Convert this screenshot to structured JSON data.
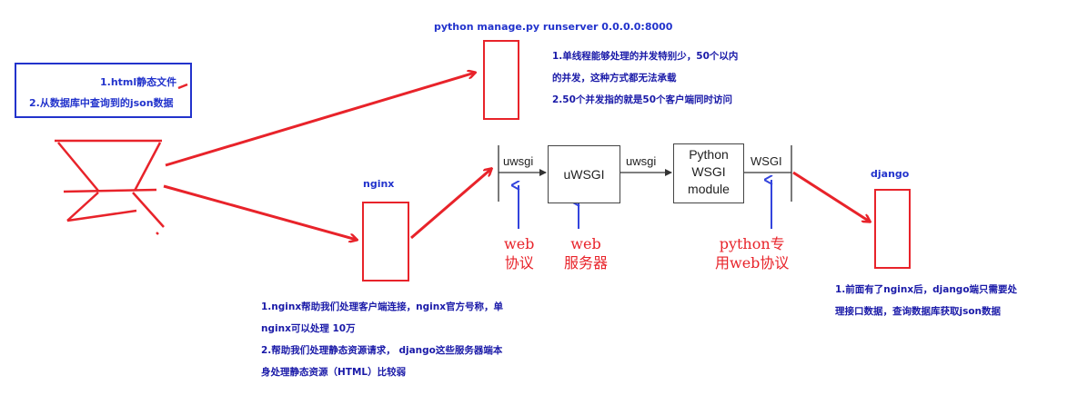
{
  "top_command": "python manage.py runserver 0.0.0.0:8000",
  "static_box": {
    "line1": "1.html静态文件",
    "line2": "2.从数据库中查询到的json数据"
  },
  "runserver_notes": [
    "1.单线程能够处理的并发特别少，50个以内",
    "的并发，这种方式都无法承载",
    "2.50个并发指的就是50个客户端同时访问"
  ],
  "nginx_label": "nginx",
  "nginx_notes": [
    "1.nginx帮助我们处理客户端连接，nginx官方号称，单",
    "nginx可以处理 10万",
    "2.帮助我们处理静态资源请求， django这些服务器端本",
    "身处理静态资源（HTML）比较弱"
  ],
  "django_label": "django",
  "django_notes": [
    "1.前面有了nginx后，django端只需要处",
    "理接口数据，查询数据库获取json数据"
  ],
  "pipeline": {
    "uwsgi_left": "uwsgi",
    "uwsgi_box": "uWSGI",
    "uwsgi_mid": "uwsgi",
    "python_box": [
      "Python",
      "WSGI",
      "module"
    ],
    "wsgi_right": "WSGI"
  },
  "annotations": {
    "web_protocol": [
      "web",
      "协议"
    ],
    "web_server": [
      "web",
      "服务器"
    ],
    "python_protocol": [
      "python专",
      "用web协议"
    ]
  },
  "colors": {
    "red": "#e8232a",
    "blue": "#2233cc",
    "arrow_blue": "#3344dd"
  }
}
